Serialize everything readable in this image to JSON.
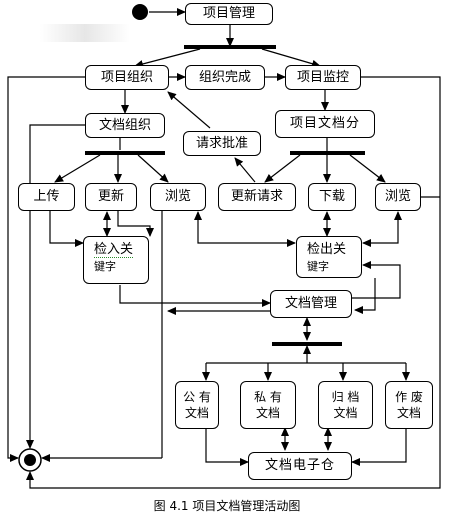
{
  "diagram": {
    "nodes": {
      "project_management": "项目管理",
      "project_organization": "项目组织",
      "organization_complete": "组织完成",
      "project_monitoring": "项目监控",
      "document_organization": "文档组织",
      "request_approval": "请求批准",
      "project_document_split": "项目文档分",
      "upload": "上传",
      "update": "更新",
      "browse_left": "浏览",
      "update_request": "更新请求",
      "download": "下载",
      "browse_right": "浏览",
      "check_in_line1": "检入关",
      "check_in_line2": "键字",
      "check_out_line1": "检出关",
      "check_out_line2": "键字",
      "document_management": "文档管理",
      "public_docs_line1": "公  有",
      "public_docs_line2": "文档",
      "private_docs_line1": "私  有",
      "private_docs_line2": "文档",
      "archived_docs_line1": "归  档",
      "archived_docs_line2": "文档",
      "obsolete_docs_line1": "作  废",
      "obsolete_docs_line2": "文档",
      "electronic_repository": "文档电子仓"
    },
    "caption": "图 4.1  项目文档管理活动图"
  }
}
